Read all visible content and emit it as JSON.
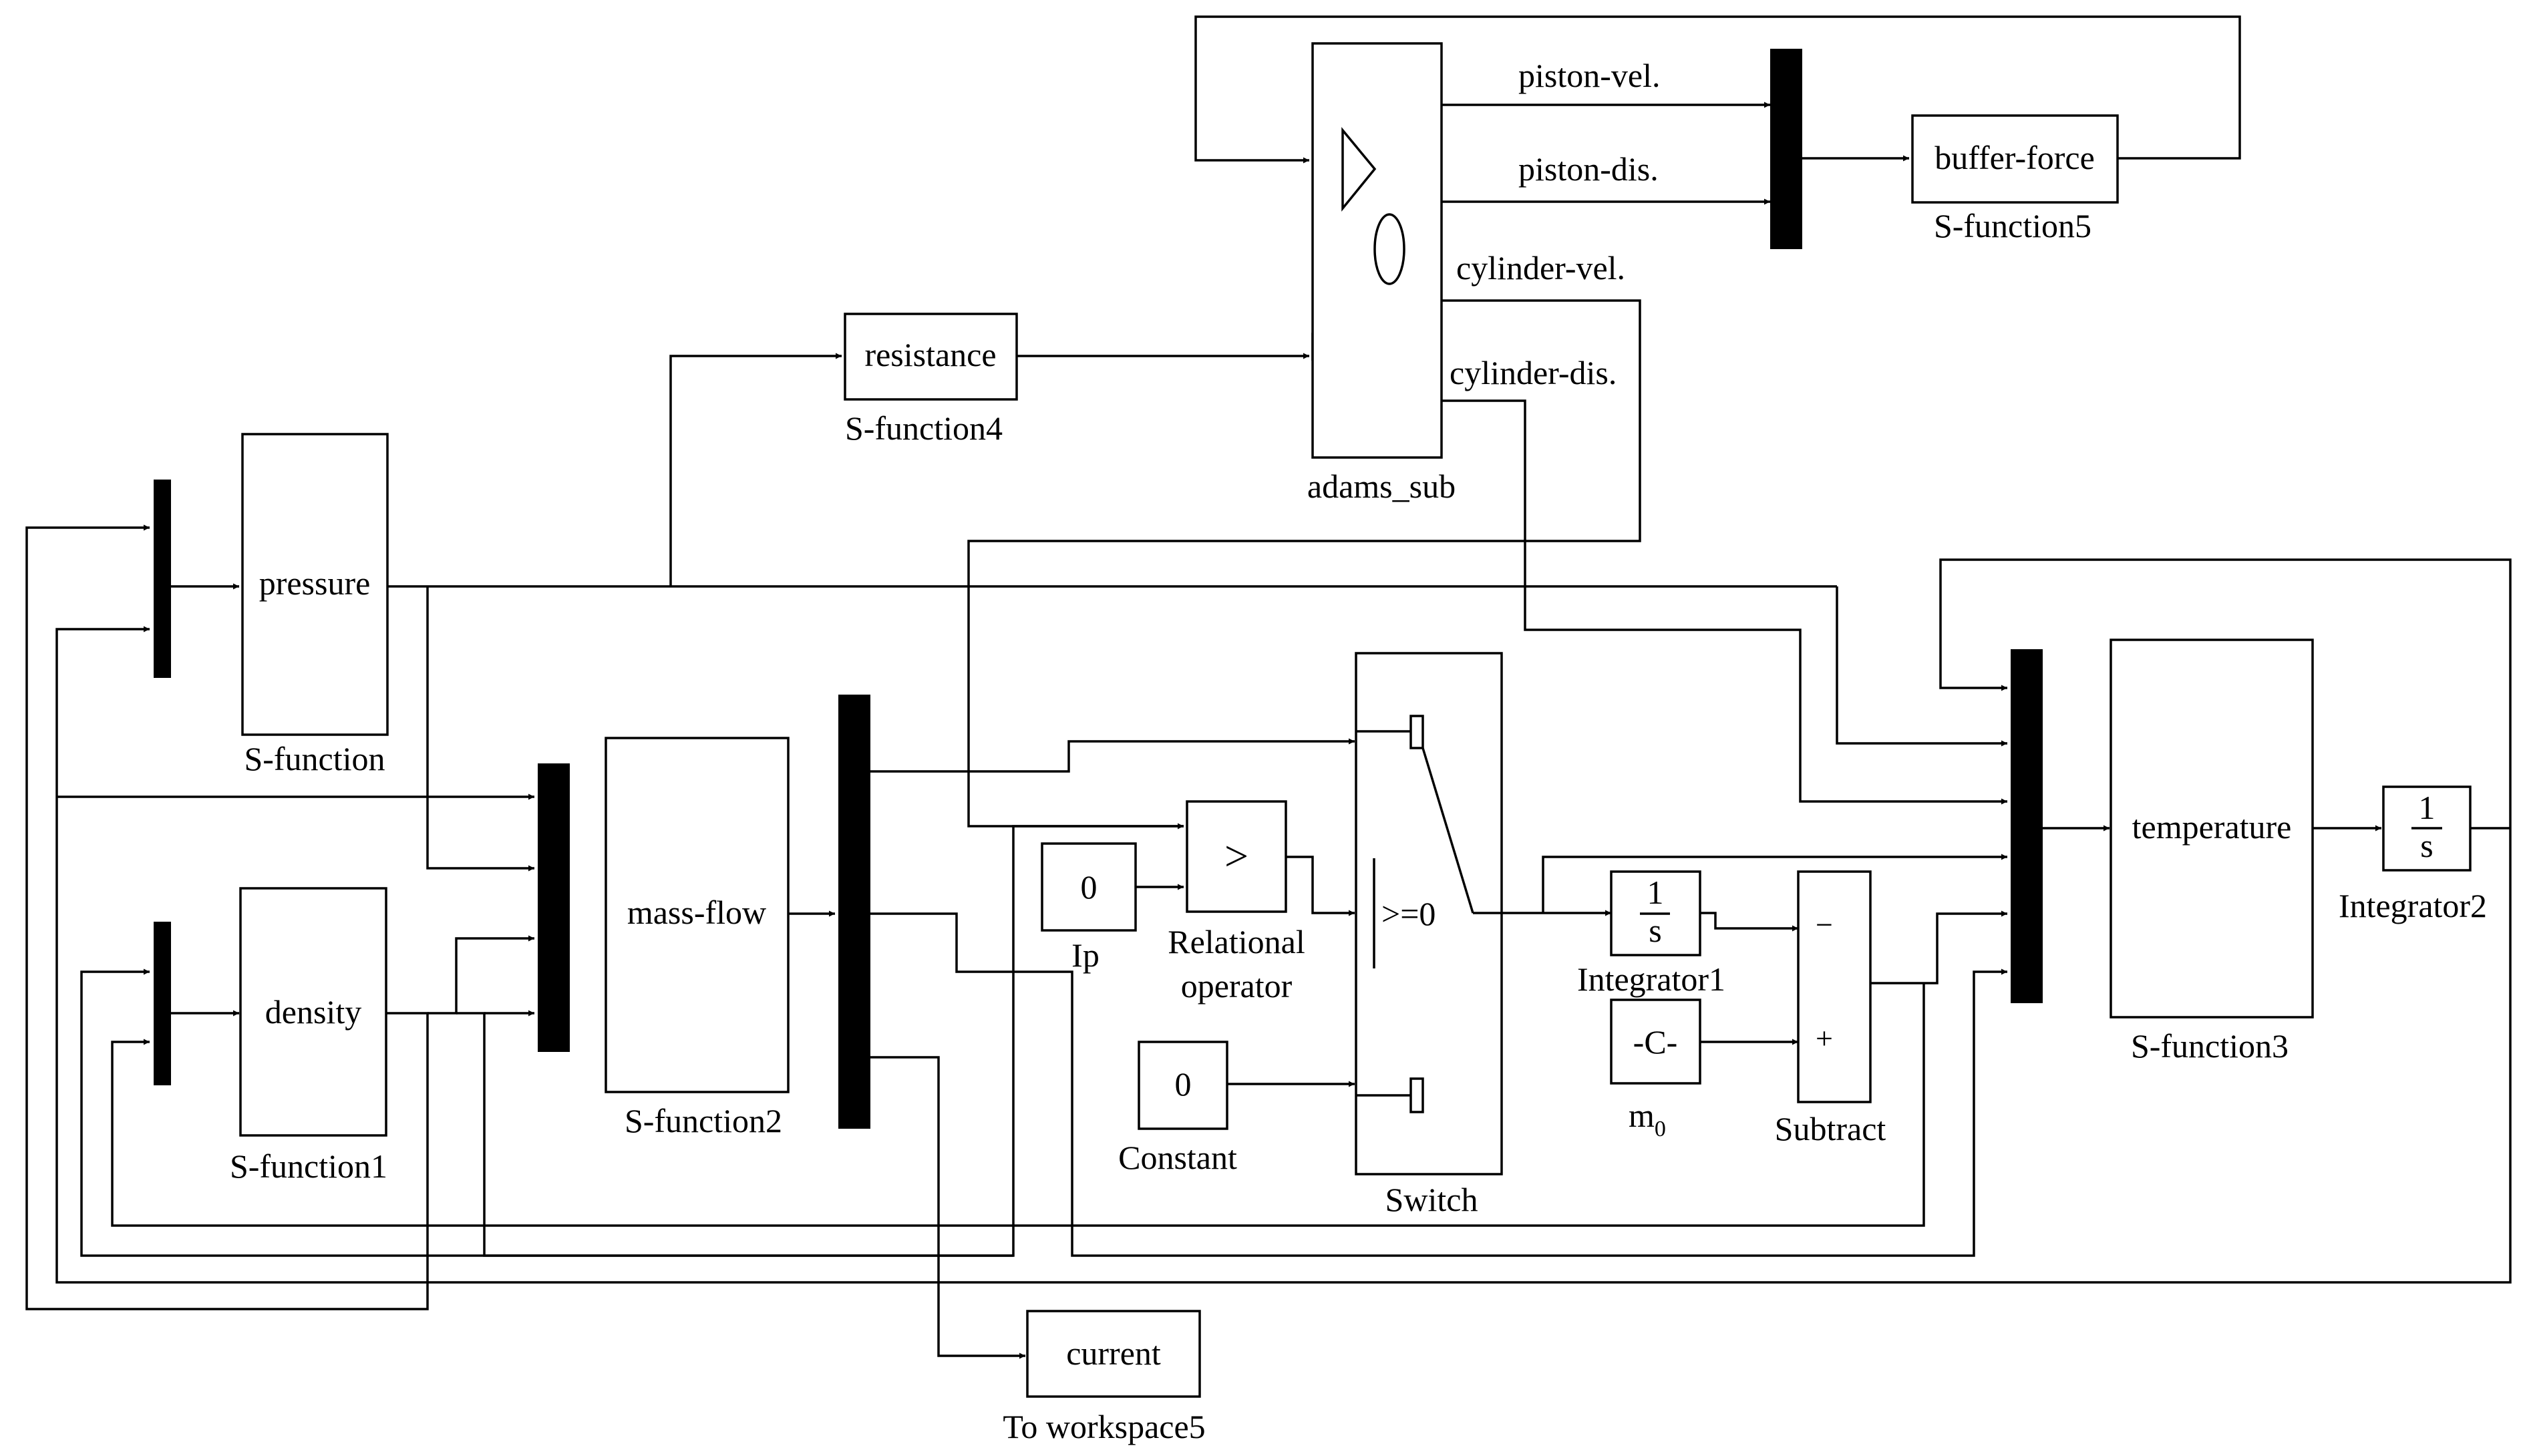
{
  "blocks": {
    "pressure": {
      "inner": "pressure",
      "caption": "S-function"
    },
    "density": {
      "inner": "density",
      "caption": "S-function1"
    },
    "mass_flow": {
      "inner": "mass-flow",
      "caption": "S-function2"
    },
    "resistance": {
      "inner": "resistance",
      "caption": "S-function4"
    },
    "adams_sub": {
      "caption": "adams_sub",
      "out1": "piston-vel.",
      "out2": "piston-dis.",
      "out3": "cylinder-vel.",
      "out4": "cylinder-dis."
    },
    "buffer_force": {
      "inner": "buffer-force",
      "caption": "S-function5"
    },
    "ip_const": {
      "value": "0",
      "caption": "Ip"
    },
    "relational": {
      "symbol": ">",
      "caption_line1": "Relational",
      "caption_line2": "operator"
    },
    "constant": {
      "value": "0",
      "caption": "Constant"
    },
    "switch": {
      "condition": ">=0",
      "caption": "Switch"
    },
    "integrator1": {
      "num": "1",
      "den": "s",
      "caption": "Integrator1"
    },
    "m0": {
      "value": "-C-",
      "caption_main": "m",
      "caption_sub": "0"
    },
    "subtract": {
      "minus": "−",
      "plus": "+",
      "caption": "Subtract"
    },
    "temperature": {
      "inner": "temperature",
      "caption": "S-function3"
    },
    "integrator2": {
      "num": "1",
      "den": "s",
      "caption": "Integrator2"
    },
    "current": {
      "inner": "current",
      "caption": "To workspace5"
    }
  }
}
